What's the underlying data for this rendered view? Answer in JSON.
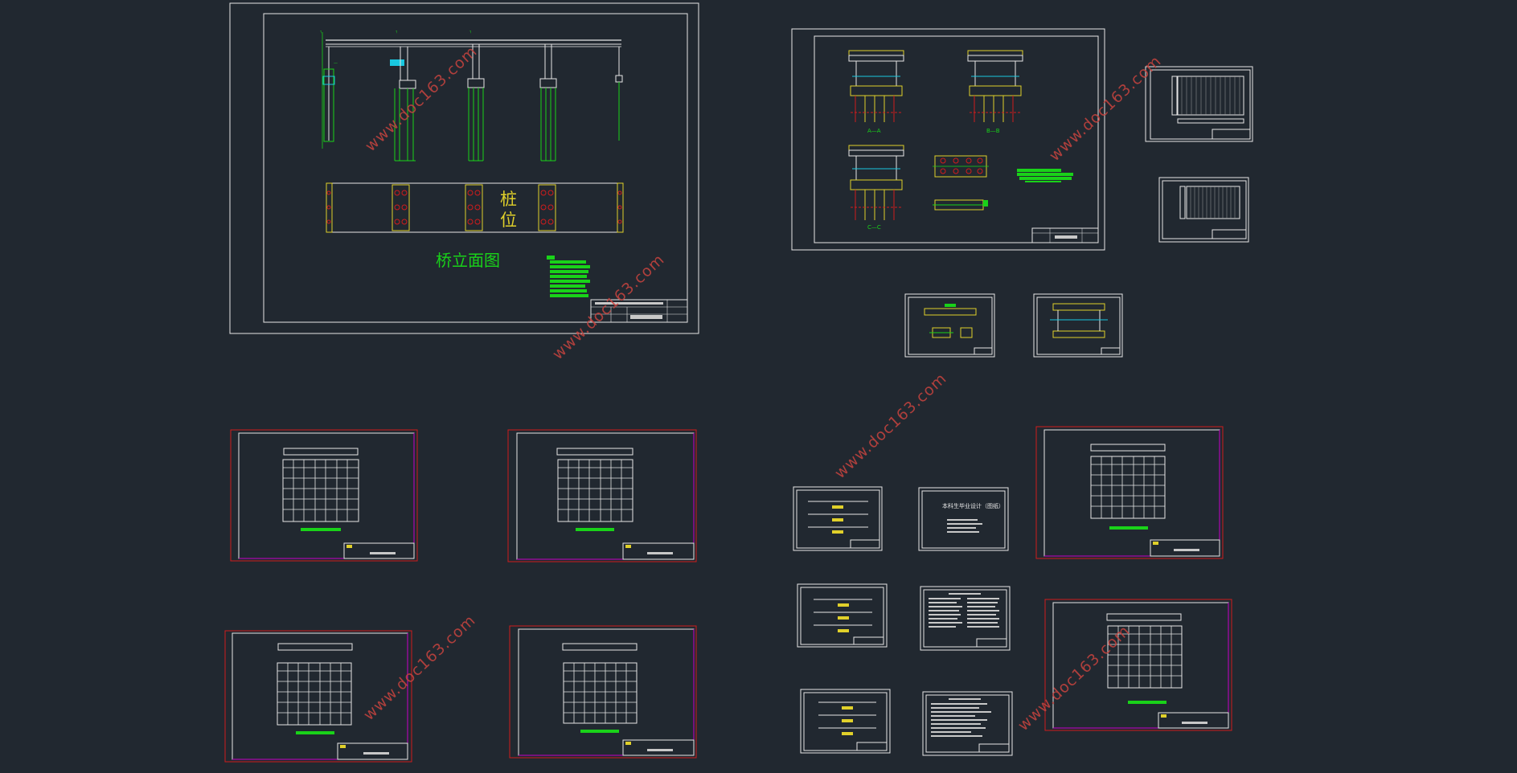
{
  "app": {
    "background": "#212830",
    "colors": {
      "line": "#e6e6e6",
      "green": "#19d219",
      "yellow": "#e0d02a",
      "red": "#d01c1c",
      "cyan": "#19c8e0",
      "magenta": "#c800c8",
      "watermark": "#c8443f"
    }
  },
  "main_sheet": {
    "pile_label_char1": "桩",
    "pile_label_char2": "位",
    "elevation_title": "桥立面图"
  },
  "section_sheet": {
    "section_a": "A—A",
    "section_b": "B—B",
    "section_c": "C—C"
  },
  "cover_sheet": {
    "title": "本科生毕业设计（图纸）"
  },
  "watermarks": [
    "www.doc163.com",
    "www.doc163.com",
    "www.doc163.com",
    "www.doc163.com",
    "www.doc163.com",
    "www.doc163.com"
  ]
}
